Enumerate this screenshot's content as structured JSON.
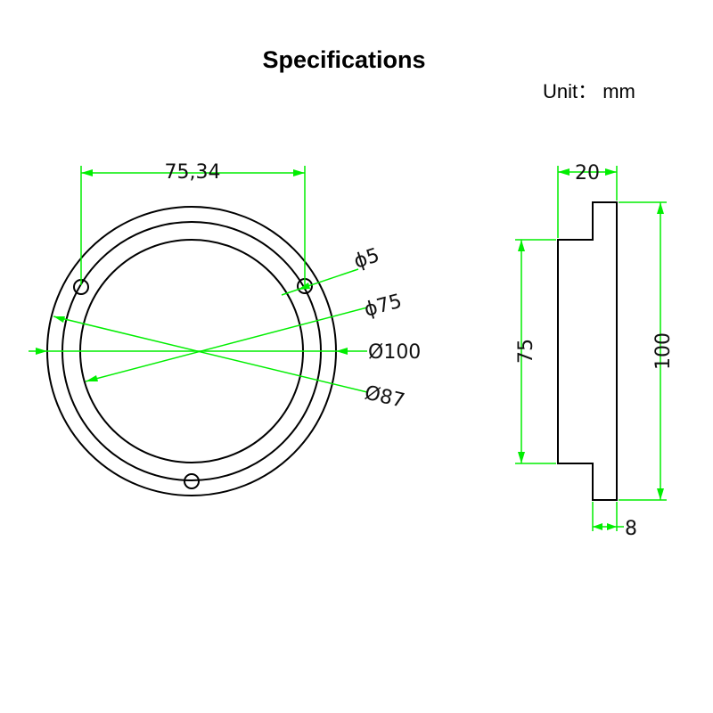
{
  "title": "Specifications",
  "unit": "Unit： mm",
  "colors": {
    "outline": "#000000",
    "dimension_line": "#00ee00",
    "text": "#111111"
  },
  "front_view": {
    "hole_spacing": "75,34",
    "hole_diameter": "ϕ5",
    "inner_diameter": "ϕ75",
    "outer_diameter": "Ø100",
    "pitch_diameter": "Ø87"
  },
  "side_view": {
    "thickness": "20",
    "inner_height": "75",
    "outer_height": "100",
    "flange_thickness": "8"
  }
}
